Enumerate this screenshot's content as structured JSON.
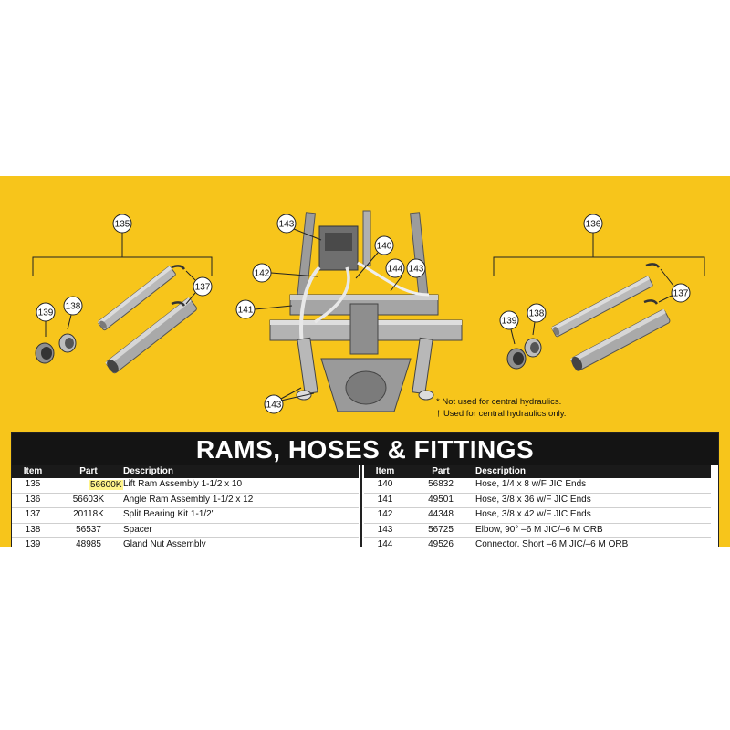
{
  "diagram": {
    "callouts": [
      "135",
      "136",
      "137",
      "138",
      "139",
      "140",
      "141",
      "142",
      "143",
      "144",
      "143"
    ],
    "left_group": {
      "label": "135",
      "parts": [
        "137",
        "138",
        "139"
      ]
    },
    "right_group": {
      "label": "136",
      "parts": [
        "137",
        "138",
        "139"
      ]
    },
    "center": {
      "labels": [
        "143",
        "140",
        "142",
        "144",
        "143",
        "141",
        "143"
      ]
    },
    "notes": [
      {
        "mark": "*",
        "text": "Not used for central hydraulics."
      },
      {
        "mark": "†",
        "text": "Used for central hydraulics only."
      }
    ]
  },
  "table": {
    "title": "RAMS, HOSES & FITTINGS",
    "headers": {
      "item": "Item",
      "part": "Part",
      "description": "Description"
    },
    "left_rows": [
      {
        "item": "135",
        "part": "56600K",
        "description": "Lift Ram Assembly 1-1/2 x 10",
        "highlight": true
      },
      {
        "item": "136",
        "part": "56603K",
        "description": "Angle Ram Assembly 1-1/2 x 12"
      },
      {
        "item": "137",
        "part": "20118K",
        "description": "Split Bearing Kit 1-1/2\""
      },
      {
        "item": "138",
        "part": "56537",
        "description": "Spacer"
      },
      {
        "item": "139",
        "part": "48985",
        "description": "Gland Nut Assembly"
      }
    ],
    "right_rows": [
      {
        "item": "140",
        "part": "56832",
        "description": "Hose, 1/4 x 8 w/F JIC Ends"
      },
      {
        "item": "141",
        "part": "49501",
        "description": "Hose, 3/8 x 36 w/F JIC Ends"
      },
      {
        "item": "142",
        "part": "44348",
        "description": "Hose, 3/8 x 42 w/F JIC Ends"
      },
      {
        "item": "143",
        "part": "56725",
        "description": "Elbow, 90° –6 M JIC/–6 M ORB"
      },
      {
        "item": "144",
        "part": "49526",
        "description": "Connector, Short –6 M JIC/–6 M ORB"
      }
    ]
  }
}
